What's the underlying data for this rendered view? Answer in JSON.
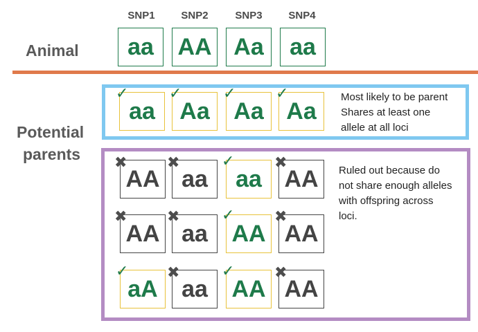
{
  "snp_labels": [
    "SNP1",
    "SNP2",
    "SNP3",
    "SNP4"
  ],
  "animal_label": "Animal",
  "parents_label_line1": "Potential",
  "parents_label_line2": "parents",
  "animal_genotypes": [
    "aa",
    "AA",
    "Aa",
    "aa"
  ],
  "likely_parent": {
    "genotypes": [
      "aa",
      "Aa",
      "Aa",
      "Aa"
    ],
    "note_lines": [
      "Most likely to be parent",
      "Shares at least one",
      "allele at all loci"
    ]
  },
  "ruled_out": {
    "rows": [
      [
        "AA",
        "aa",
        "aa",
        "AA"
      ],
      [
        "AA",
        "aa",
        "AA",
        "AA"
      ],
      [
        "aA",
        "aa",
        "AA",
        "AA"
      ]
    ],
    "matches": [
      [
        false,
        false,
        true,
        false
      ],
      [
        false,
        false,
        true,
        false
      ],
      [
        true,
        false,
        true,
        false
      ]
    ],
    "note_lines": [
      "Ruled out because do",
      "not share enough alleles",
      "with offspring across",
      "loci."
    ]
  },
  "marks": {
    "check": "✓",
    "cross": "✖"
  },
  "colors": {
    "green": "#1e7a4a",
    "gray": "#444444",
    "yellow_border": "#e8c23a",
    "orange_divider": "#e07a4b",
    "blue_frame": "#7fc8f0",
    "purple_frame": "#b48cc3"
  }
}
